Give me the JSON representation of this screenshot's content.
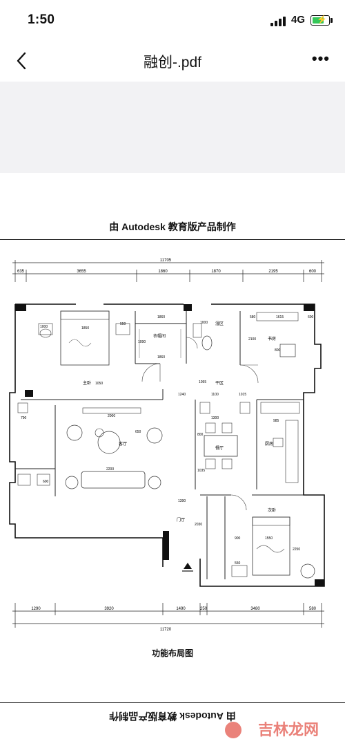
{
  "status_bar": {
    "time": "1:50",
    "network": "4G"
  },
  "nav": {
    "title": "融创-.pdf"
  },
  "document": {
    "watermark": "由 Autodesk 教育版产品制作",
    "caption": "功能布局图",
    "dims_top": {
      "total": "11705",
      "segments": [
        "635",
        "3655",
        "1860",
        "1870",
        "2195",
        "600"
      ]
    },
    "dims_bottom": {
      "total": "11720",
      "segments": [
        "1290",
        "3920",
        "1490",
        "250",
        "3480",
        "580"
      ]
    },
    "rooms": {
      "master_bedroom": "主卧",
      "walk_in_closet": "衣帽间",
      "wet_area": "湿区",
      "study": "书房",
      "dry_area": "干区",
      "living_room": "客厅",
      "dining_room": "餐厅",
      "kitchen": "厨房",
      "entry_hall": "门厅",
      "second_bedroom": "次卧"
    },
    "inner_dims": {
      "d1000": "1000",
      "d1850": "1850",
      "d550a": "550",
      "d1860a": "1860",
      "d1860b": "1860",
      "d1000b": "1000",
      "d580": "580",
      "d1615": "1615",
      "d600": "600",
      "d2100": "2100",
      "d1090": "1090",
      "d800": "800",
      "d1050": "1050",
      "d1240": "1240",
      "d1100": "1100",
      "d1015": "1015",
      "d1055": "1055",
      "d2000": "2000",
      "d1300": "1300",
      "d985": "985",
      "d790": "790",
      "d800b": "800",
      "d650": "650",
      "d2200": "2200",
      "d1035": "1035",
      "d1390": "1390",
      "d900": "900",
      "d1550": "1550",
      "d2250": "2250",
      "d550b": "550",
      "d2030": "2030",
      "d600b": "600"
    }
  },
  "site_logo": "吉林龙网",
  "colors": {
    "battery": "#35c759",
    "logo": "#e8746b"
  }
}
